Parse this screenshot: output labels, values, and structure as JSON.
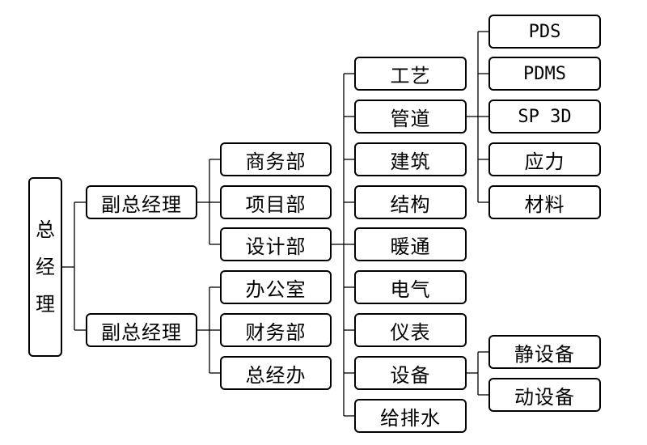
{
  "org_chart": {
    "root": {
      "chars": [
        "总",
        "经",
        "理"
      ]
    },
    "deputy_1": "副总经理",
    "deputy_2": "副总经理",
    "dept_commercial": "商务部",
    "dept_project": "项目部",
    "dept_design": "设计部",
    "dept_office": "办公室",
    "dept_finance": "财务部",
    "dept_gm_office": "总经办",
    "disc_process": "工艺",
    "disc_piping": "管道",
    "disc_architecture": "建筑",
    "disc_structure": "结构",
    "disc_hvac": "暖通",
    "disc_electrical": "电气",
    "disc_instrument": "仪表",
    "disc_equipment": "设备",
    "disc_water": "给排水",
    "piping_pds": "PDS",
    "piping_pdms": "PDMS",
    "piping_sp3d": "SP 3D",
    "piping_stress": "应力",
    "piping_material": "材料",
    "equip_static": "静设备",
    "equip_rotating": "动设备"
  }
}
